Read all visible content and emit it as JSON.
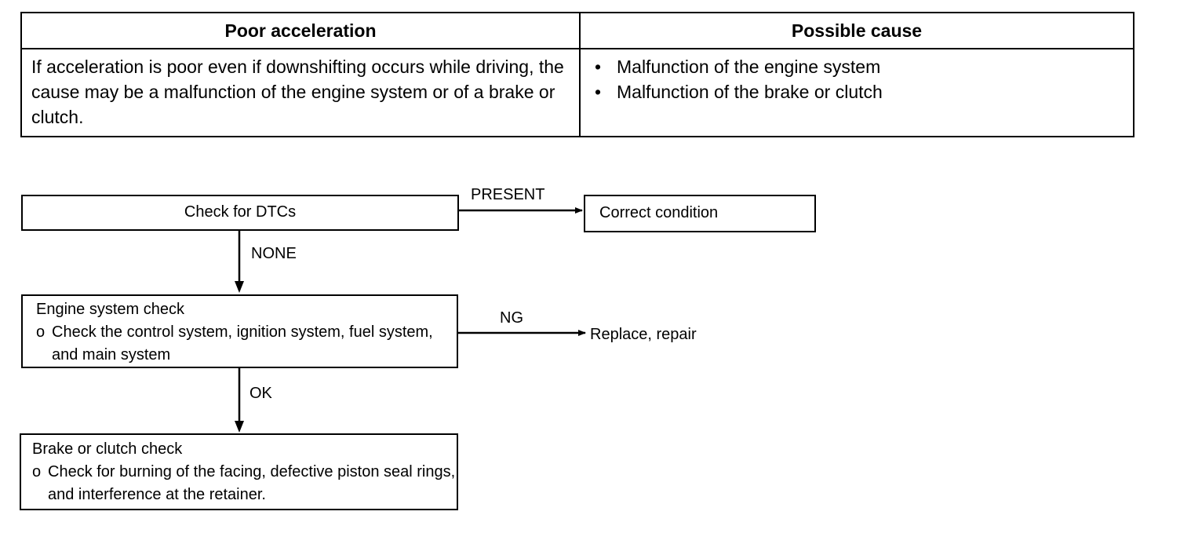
{
  "table": {
    "headers": [
      "Poor acceleration",
      "Possible cause"
    ],
    "description": "If acceleration is poor even if downshifting occurs while driving, the cause may be a malfunction of the engine system or of a brake or clutch.",
    "causes": [
      "Malfunction of the engine system",
      "Malfunction of the brake or clutch"
    ]
  },
  "flowchart": {
    "check_dtc": "Check for DTCs",
    "correct_condition": "Correct condition",
    "present_label": "PRESENT",
    "none_label": "NONE",
    "engine_check": {
      "title": "Engine system check",
      "steps": [
        "Check the control system, ignition system, fuel system, and main system"
      ]
    },
    "ng_label": "NG",
    "replace_repair": "Replace, repair",
    "ok_label": "OK",
    "brake_check": {
      "title": "Brake or clutch check",
      "steps": [
        "Check for burning of the facing, defective piston seal rings, and interference at the retainer."
      ]
    }
  }
}
